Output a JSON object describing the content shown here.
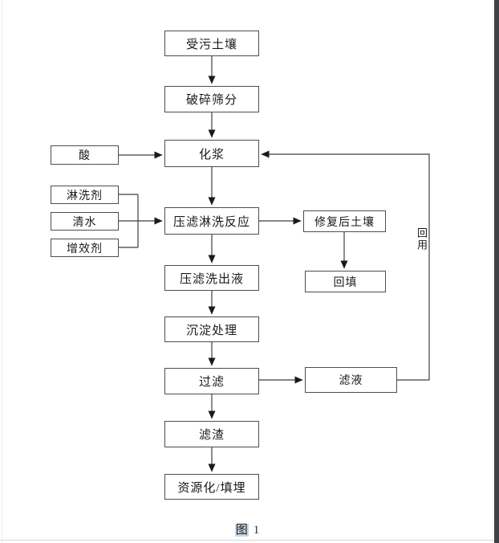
{
  "page": {
    "background": "#ffffff",
    "right_edge_bar_color": "#3e4247",
    "page_break_line_color": "#d8d8d8"
  },
  "colors": {
    "line": "#3f3f3f",
    "box_border": "#4d4d4d",
    "text": "#1a1a1a",
    "caption_field_bg": "#c9d6e3"
  },
  "nodes": {
    "contaminated_soil": "受污土壤",
    "crush_screen": "破碎筛分",
    "slurrying": "化浆",
    "acid": "酸",
    "washing_agent": "淋洗剂",
    "clean_water": "清水",
    "synergist": "增效剂",
    "press_filter_washing_reaction": "压滤淋洗反应",
    "remediated_soil": "修复后土壤",
    "backfill": "回填",
    "press_filter_effluent": "压滤洗出液",
    "precipitation_treatment": "沉淀处理",
    "filtration": "过滤",
    "filtrate": "滤液",
    "filter_residue": "滤渣",
    "resource_or_landfill": "资源化/填埋",
    "reuse": "回用"
  },
  "figure_caption": {
    "label": "图",
    "number": "1"
  }
}
